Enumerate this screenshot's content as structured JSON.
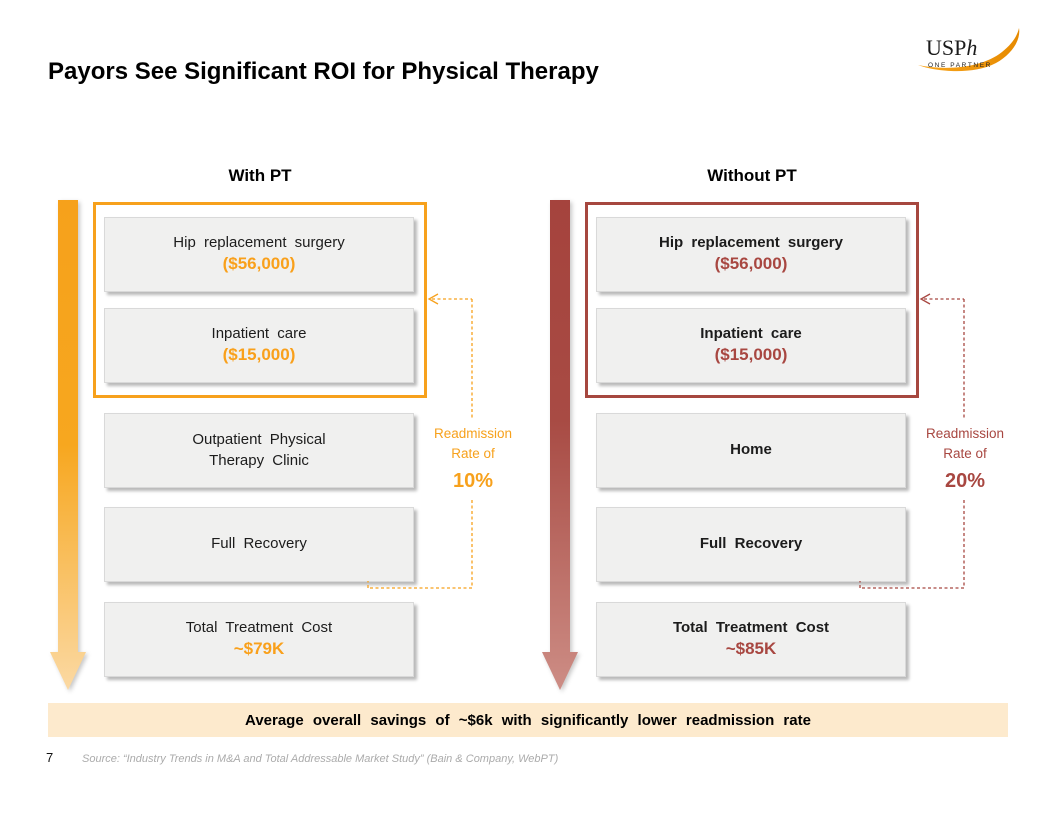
{
  "slide": {
    "title": "Payors See Significant ROI for Physical Therapy",
    "page_number": "7",
    "source": "Source: “Industry Trends in M&A and Total Addressable Market Study” (Bain & Company, WebPT)",
    "banner": "Average overall savings of ~$6k with significantly lower readmission rate"
  },
  "logo": {
    "usp": "USP",
    "h": "h",
    "tagline": "ONE PARTNER"
  },
  "colors": {
    "orange_accent": "#F7A11C",
    "orange_value_text": "#F9A01B",
    "orange_arrow_light": "#FBD9A3",
    "red_accent": "#A6473F",
    "red_value_text": "#A84741",
    "red_arrow_light": "#CD8D85",
    "box_background": "#F0F0EF",
    "box_border": "#D9D9D9",
    "banner_background": "#FDEACD",
    "source_text_gray": "#ABABAB"
  },
  "columns": [
    {
      "header": "With PT",
      "boxes": [
        {
          "line1": "Hip replacement surgery",
          "value": "($56,000)"
        },
        {
          "line1": "Inpatient care",
          "value": "($15,000)"
        },
        {
          "line1": "Outpatient Physical",
          "line2": "Therapy Clinic"
        },
        {
          "line1": "Full Recovery"
        },
        {
          "line1": "Total Treatment Cost",
          "value": "~$79K"
        }
      ],
      "readmission": {
        "label1": "Readmission",
        "label2": "Rate of",
        "rate": "10%"
      }
    },
    {
      "header": "Without PT",
      "boxes": [
        {
          "line1": "Hip replacement surgery",
          "value": "($56,000)"
        },
        {
          "line1": "Inpatient care",
          "value": "($15,000)"
        },
        {
          "line1": "Home"
        },
        {
          "line1": "Full Recovery"
        },
        {
          "line1": "Total Treatment Cost",
          "value": "~$85K"
        }
      ],
      "readmission": {
        "label1": "Readmission",
        "label2": "Rate of",
        "rate": "20%"
      }
    }
  ]
}
